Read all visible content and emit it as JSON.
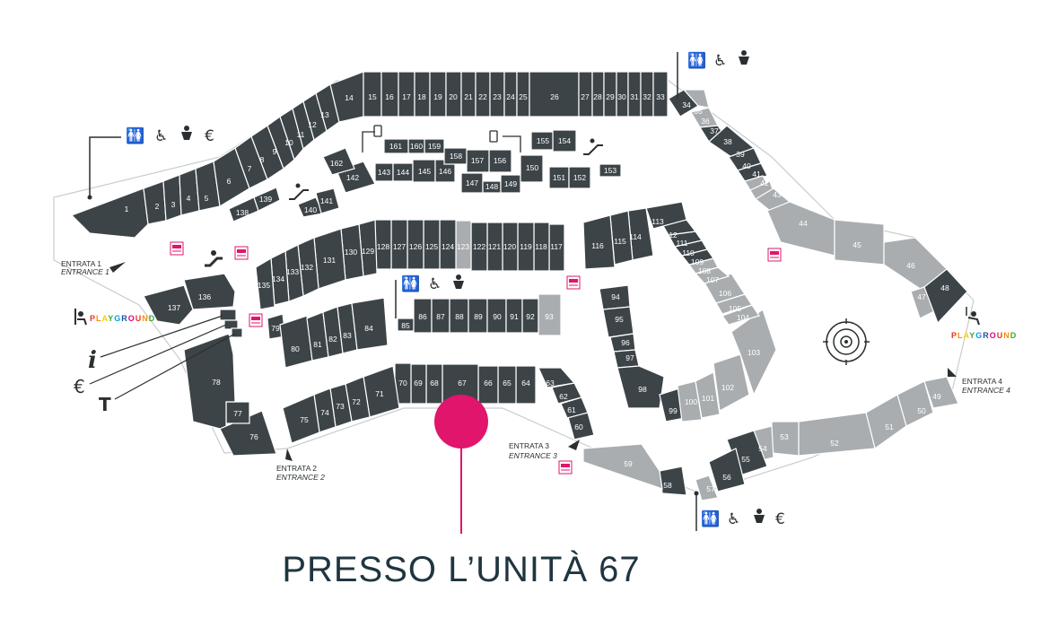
{
  "colors": {
    "dark_unit": "#3d4448",
    "light_unit": "#a9adaf",
    "marker": "#e0156b",
    "caption": "#1f3640"
  },
  "caption": "PRESSO L’UNITÀ 67",
  "units": {
    "u1": "1",
    "u2": "2",
    "u3": "3",
    "u4": "4",
    "u5": "5",
    "u6": "6",
    "u7": "7",
    "u8": "8",
    "u9": "9",
    "u10": "10",
    "u11": "11",
    "u12": "12",
    "u13": "13",
    "u14": "14",
    "u15": "15",
    "u16": "16",
    "u17": "17",
    "u18": "18",
    "u19": "19",
    "u20": "20",
    "u21": "21",
    "u22": "22",
    "u23": "23",
    "u24": "24",
    "u25": "25",
    "u26": "26",
    "u27": "27",
    "u28": "28",
    "u29": "29",
    "u30": "30",
    "u31": "31",
    "u32": "32",
    "u33": "33",
    "u34": "34",
    "u35": "35",
    "u36": "36",
    "u37": "37",
    "u38": "38",
    "u39": "39",
    "u40": "40",
    "u41": "41",
    "u42": "42",
    "u43": "43",
    "u44": "44",
    "u45": "45",
    "u46": "46",
    "u47": "47",
    "u48": "48",
    "u49": "49",
    "u50": "50",
    "u51": "51",
    "u52": "52",
    "u53": "53",
    "u54": "54",
    "u55": "55",
    "u56": "56",
    "u57": "57",
    "u58": "58",
    "u59": "59",
    "u60": "60",
    "u61": "61",
    "u62": "62",
    "u63": "63",
    "u64": "64",
    "u65": "65",
    "u66": "66",
    "u67": "67",
    "u68": "68",
    "u69": "69",
    "u70": "70",
    "u71": "71",
    "u72": "72",
    "u73": "73",
    "u74": "74",
    "u75": "75",
    "u76": "76",
    "u77": "77",
    "u78": "78",
    "u79": "79",
    "u80": "80",
    "u81": "81",
    "u82": "82",
    "u83": "83",
    "u84": "84",
    "u85": "85",
    "u86": "86",
    "u87": "87",
    "u88": "88",
    "u89": "89",
    "u90": "90",
    "u91": "91",
    "u92": "92",
    "u93": "93",
    "u94": "94",
    "u95": "95",
    "u96": "96",
    "u97": "97",
    "u98": "98",
    "u99": "99",
    "u100": "100",
    "u101": "101",
    "u102": "102",
    "u103": "103",
    "u104": "104",
    "u105": "105",
    "u106": "106",
    "u107": "107",
    "u108": "108",
    "u109": "109",
    "u110": "110",
    "u111": "111",
    "u112": "112",
    "u113": "113",
    "u114": "114",
    "u115": "115",
    "u116": "116",
    "u117": "117",
    "u118": "118",
    "u119": "119",
    "u120": "120",
    "u121": "121",
    "u122": "122",
    "u123": "123",
    "u124": "124",
    "u125": "125",
    "u126": "126",
    "u127": "127",
    "u128": "128",
    "u129": "129",
    "u130": "130",
    "u131": "131",
    "u132": "132",
    "u133": "133",
    "u134": "134",
    "u135": "135",
    "u136": "136",
    "u137": "137",
    "u138": "138",
    "u139": "139",
    "u140": "140",
    "u141": "141",
    "u142": "142",
    "u143": "143",
    "u144": "144",
    "u145": "145",
    "u146": "146",
    "u147": "147",
    "u148": "148",
    "u149": "149",
    "u150": "150",
    "u151": "151",
    "u152": "152",
    "u153": "153",
    "u154": "154",
    "u155": "155",
    "u156": "156",
    "u157": "157",
    "u158": "158",
    "u159": "159",
    "u160": "160",
    "u161": "161",
    "u162": "162"
  },
  "entrances": {
    "e1": {
      "it": "ENTRATA 1",
      "en": "ENTRANCE 1"
    },
    "e2": {
      "it": "ENTRATA 2",
      "en": "ENTRANCE 2"
    },
    "e3": {
      "it": "ENTRATA 3",
      "en": "ENTRANCE 3"
    },
    "e4": {
      "it": "ENTRATA 4",
      "en": "ENTRANCE 4"
    }
  },
  "playground_label": "PLAYGROUND",
  "playground_colors": [
    "#e8332a",
    "#f39200",
    "#ffcc00",
    "#3aaa35",
    "#009fe3",
    "#1d4f9c",
    "#e6007e",
    "#e8332a",
    "#f39200",
    "#3aaa35"
  ],
  "icons": {
    "toilet": "toilet-icon",
    "wheelchair": "wheelchair-icon",
    "baby": "baby-change-icon",
    "euro": "euro-icon",
    "info": "info-icon",
    "taxi": "taxi-icon",
    "escalator": "escalator-icon",
    "lift": "lift-icon",
    "swing": "swing-icon",
    "fountain": "fountain-icon",
    "atm": "atm-icon",
    "pin": "location-pin-icon"
  },
  "service_symbols": {
    "toilet": "🚻",
    "wheelchair": "♿",
    "euro": "€",
    "info": "i",
    "taxi": "T"
  }
}
